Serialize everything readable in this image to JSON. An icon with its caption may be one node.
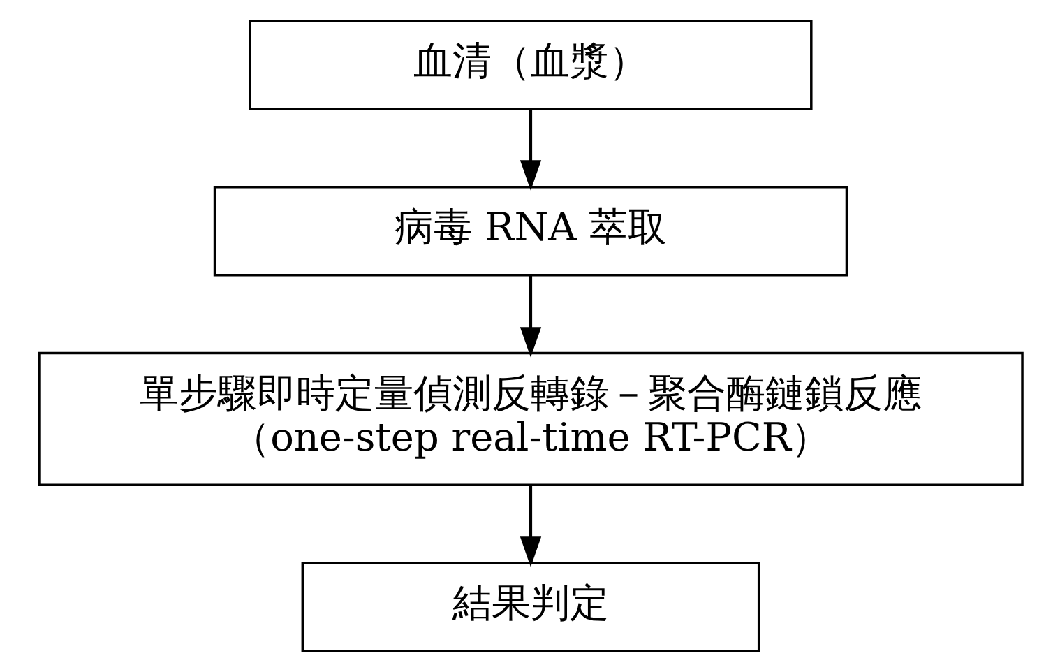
{
  "diagram": {
    "nodes": [
      {
        "text": [
          "血清（血漿）"
        ]
      },
      {
        "text": [
          "病毒 RNA 萃取"
        ]
      },
      {
        "text": [
          "單步驟即時定量偵測反轉錄－聚合酶鏈鎖反應",
          "（one-step real-time RT-PCR）"
        ]
      },
      {
        "text": [
          "結果判定"
        ]
      }
    ],
    "edges": [
      {
        "from": 0,
        "to": 1,
        "arrow": "to"
      },
      {
        "from": 1,
        "to": 2,
        "arrow": "to"
      },
      {
        "from": 2,
        "to": 3,
        "arrow": "to"
      }
    ]
  }
}
